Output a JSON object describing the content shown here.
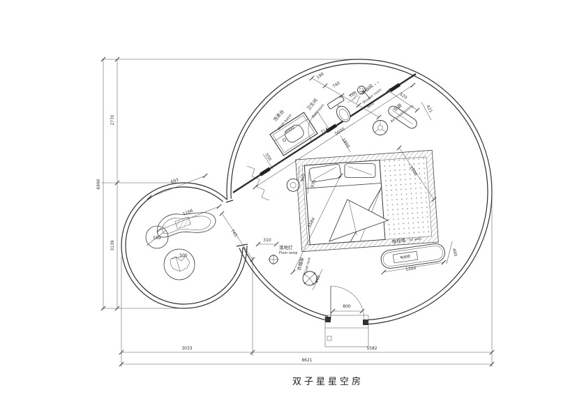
{
  "title": "双子星星空房",
  "labels": {
    "washbasin": {
      "cn": "洗漱台",
      "en": "Wash basin"
    },
    "bathroom": {
      "cn": "卫生间",
      "en": "Bathroom"
    },
    "shower": {
      "cn": "淋浴间",
      "en": "Shower room"
    },
    "ac": {
      "cn": "空调",
      "en": "Air conditioning"
    },
    "floor_lamp": {
      "cn": "落地灯",
      "en": "Floor lamp"
    },
    "coat_rack": {
      "cn": "衣帽架",
      "en": "Coat rack"
    },
    "tv_wall": {
      "cn": "电视墙",
      "en": "TV wall"
    },
    "tv_cabinet": {
      "cn": "电视柜"
    }
  },
  "dims": {
    "total_height": "6990",
    "height_top": "2770",
    "height_bottom": "3139",
    "bottom_left": "3033",
    "bottom_right": "5582",
    "bottom_total": "8621",
    "chain_1": "190",
    "chain_2": "740",
    "chain_3": "700",
    "chain_4": "800",
    "ac_width": "520",
    "ac_depth": "421",
    "basin_width": "1000",
    "basin_depth": "550",
    "toilet_width": "714",
    "bath_length": "1800",
    "partition_length": "5600",
    "bed_side_1": "905",
    "bed_side_2": "970",
    "rug_width": "2000",
    "room_diag": "5584",
    "left_dim_1": "693",
    "left_dim_2": "1166",
    "left_dim_3": "745",
    "stone_small": "589",
    "stone_large": "500",
    "lamp_offset": "310",
    "rack_width": "440",
    "tv_width": "1200",
    "tv_depth": "400",
    "door_width": "800"
  }
}
